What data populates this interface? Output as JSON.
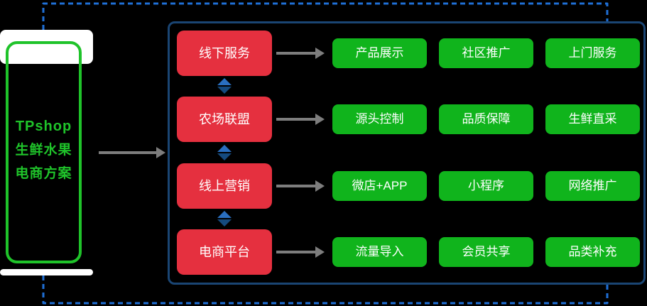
{
  "colors": {
    "background": "#000000",
    "phone_white": "#ffffff",
    "phone_green": "#1fc32a",
    "red_box": "#e5303f",
    "green_box": "#10b41c",
    "box_text": "#ffffff",
    "panel_border": "#1a4573",
    "dashed_blue": "#1f6fd6",
    "gray_arrow": "#7d7d7d",
    "double_arrow_up": "#2a6fc0",
    "double_arrow_down": "#154a7e"
  },
  "phone": {
    "lines": [
      "TPshop",
      "生鲜水果",
      "电商方案"
    ]
  },
  "panel": {
    "rows": [
      {
        "source": "线下服务",
        "targets": [
          "产品展示",
          "社区推广",
          "上门服务"
        ]
      },
      {
        "source": "农场联盟",
        "targets": [
          "源头控制",
          "品质保障",
          "生鲜直采"
        ]
      },
      {
        "source": "线上营销",
        "targets": [
          "微店+APP",
          "小程序",
          "网络推广"
        ]
      },
      {
        "source": "电商平台",
        "targets": [
          "流量导入",
          "会员共享",
          "品类补充"
        ]
      }
    ]
  }
}
